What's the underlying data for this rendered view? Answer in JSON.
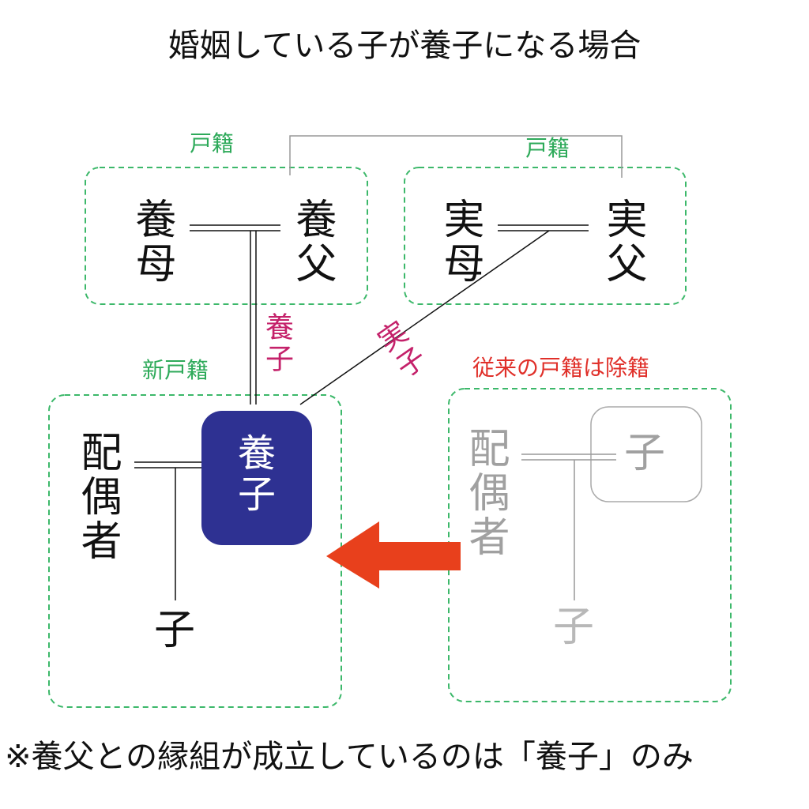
{
  "title": "婚姻している子が養子になる場合",
  "labels": {
    "koseki_left": "戸籍",
    "koseki_right": "戸籍",
    "new_koseki": "新戸籍",
    "old_koseki": "従来の戸籍は除籍"
  },
  "persons": {
    "adoptive_mother": "養母",
    "adoptive_father": "養父",
    "birth_mother": "実母",
    "birth_father": "実父",
    "adoptee": "養子",
    "spouse": "配偶者",
    "child": "子",
    "old_self": "子",
    "old_spouse": "配偶者",
    "old_child": "子"
  },
  "relations": {
    "adopted": "養子",
    "biological": "実子"
  },
  "footnote": "※養父との縁組が成立しているのは「養子」のみ",
  "colors": {
    "dashed_box": "#3cb86a",
    "adoptee_fill": "#2e3192",
    "arrow": "#e8401c",
    "relation_text": "#c4216a",
    "removed_text": "#e0302a"
  }
}
